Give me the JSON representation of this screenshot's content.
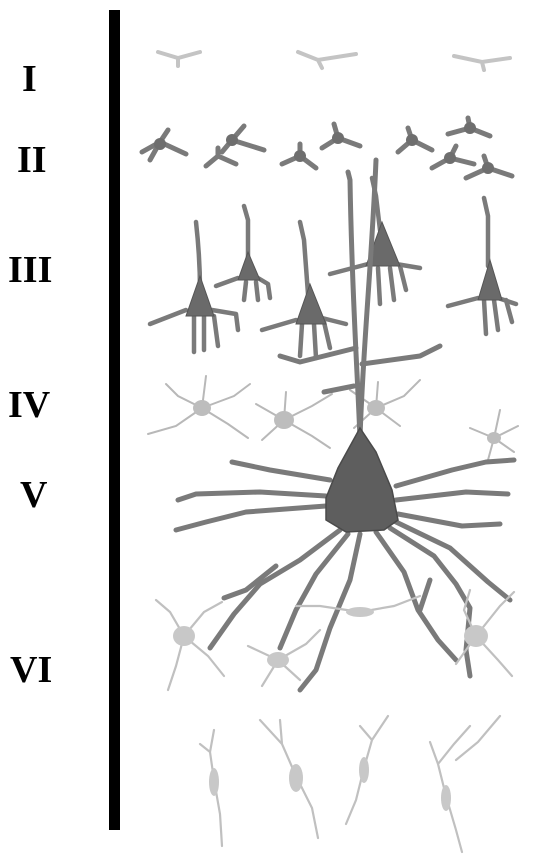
{
  "layers": [
    {
      "id": "I",
      "label": "I"
    },
    {
      "id": "II",
      "label": "II"
    },
    {
      "id": "III",
      "label": "III"
    },
    {
      "id": "IV",
      "label": "IV"
    },
    {
      "id": "V",
      "label": "V"
    },
    {
      "id": "VI",
      "label": "VI"
    }
  ],
  "colors": {
    "axis": "#000000",
    "dark_neuron": "#6e6e6e",
    "mid_neuron": "#8a8a8a",
    "light_neuron": "#c4c4c4",
    "soma_dark": "#5a5a5a"
  }
}
